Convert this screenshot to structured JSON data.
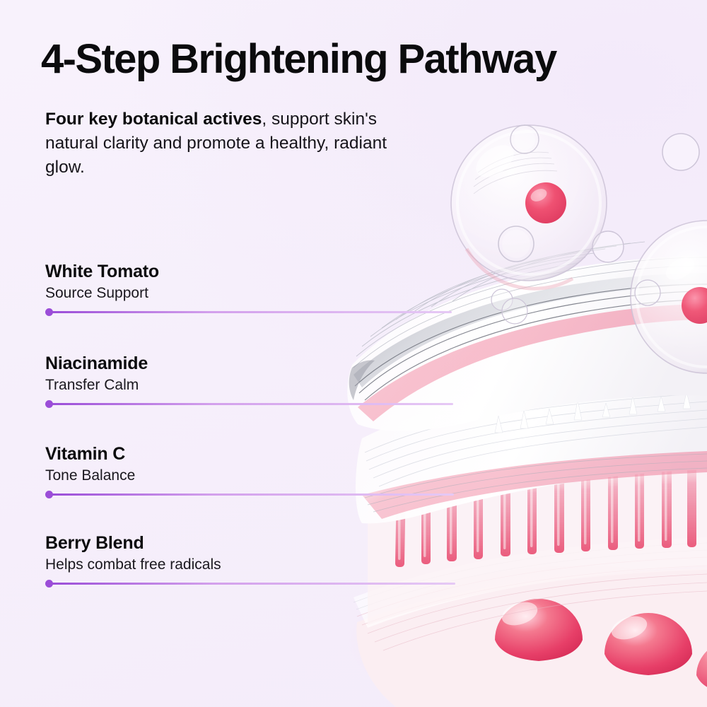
{
  "background": {
    "base_color": "#f7f1fb",
    "accent_purple": "#9b4dd8",
    "rule_gradient_end": "#e6c9f5",
    "product_pink": "#e8486d",
    "product_pink_soft": "#f2a8bd"
  },
  "header": {
    "title": "4-Step Brightening Pathway",
    "subtitle_bold": "Four key botanical actives",
    "subtitle_rest": ", support skin's natural clarity and promote a healthy, radiant glow."
  },
  "ingredients": [
    {
      "name": "White Tomato",
      "desc": "Source Support",
      "rule_width": 566,
      "dot_color": "#9b4dd8"
    },
    {
      "name": "Niacinamide",
      "desc": "Transfer Calm",
      "rule_width": 568,
      "dot_color": "#9b4dd8"
    },
    {
      "name": "Vitamin C",
      "desc": "Tone Balance",
      "rule_width": 569,
      "dot_color": "#9b4dd8"
    },
    {
      "name": "Berry Blend",
      "desc": "Helps combat free radicals",
      "rule_width": 571,
      "dot_color": "#9b4dd8"
    }
  ],
  "artwork": {
    "description": "Layered skin cross-section illustration with translucent serum bubbles",
    "elements": [
      "large-serum-bubble-with-pink-core",
      "secondary-serum-bubble-right-edge",
      "small-outline-bubble-top-right",
      "satellite-bubbles",
      "white-fibrous-wave-layer",
      "second-fibrous-wave-layer",
      "pink-column-layer",
      "glossy-pink-dome-layer"
    ]
  }
}
